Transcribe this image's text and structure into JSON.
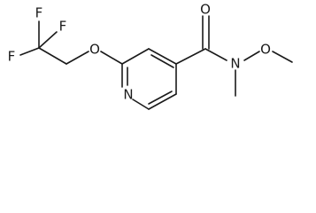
{
  "molecule": {
    "atom_labels": {
      "f_upper_left": "F",
      "f_upper_right": "F",
      "f_left": "F",
      "o_ether": "O",
      "o_carbonyl": "O",
      "n_amide": "N",
      "o_methoxy": "O",
      "n_pyridine": "N"
    }
  }
}
